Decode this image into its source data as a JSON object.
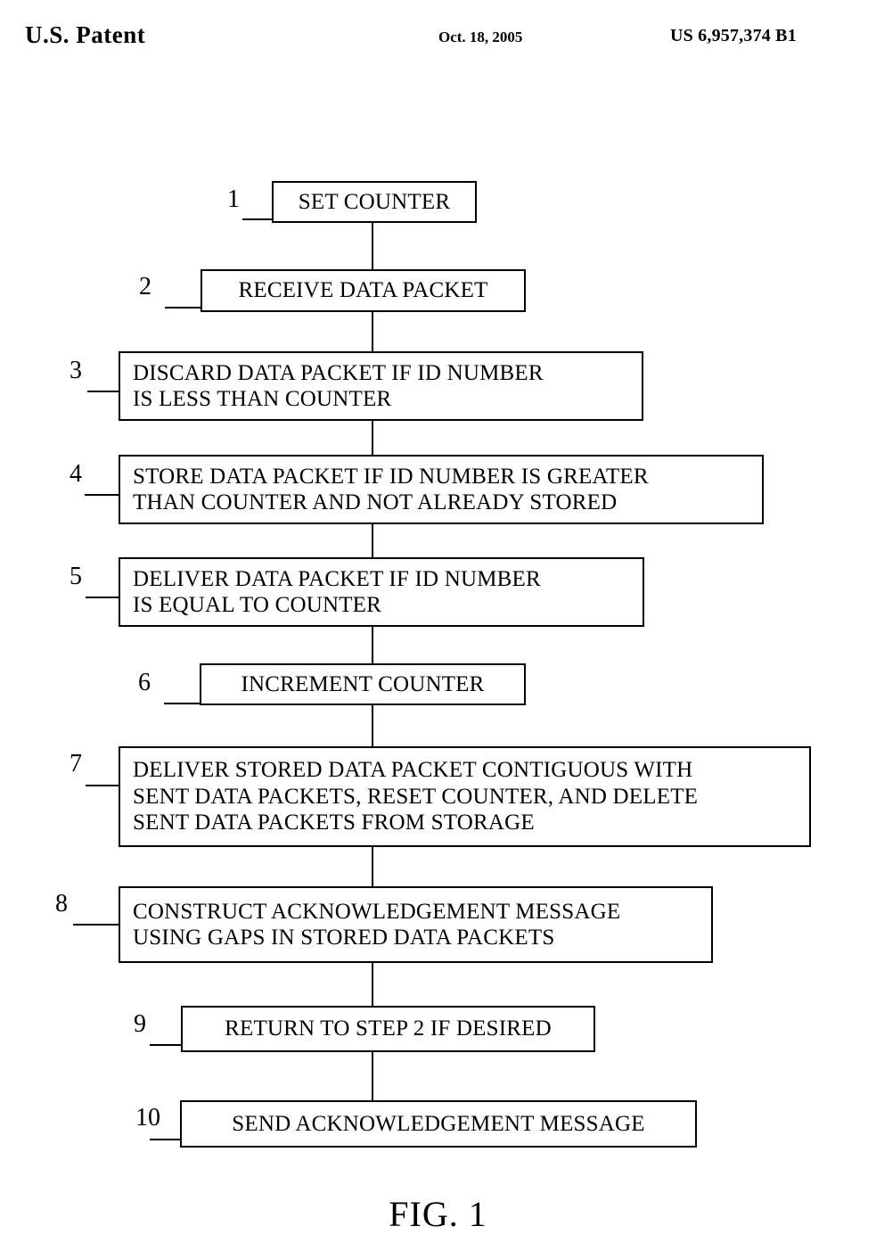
{
  "header": {
    "office": "U.S. Patent",
    "date": "Oct. 18, 2005",
    "number": "US 6,957,374 B1"
  },
  "figure": {
    "caption": "FIG. 1",
    "type": "flowchart",
    "orientation": "top-to-bottom",
    "step_count": 10,
    "steps": [
      {
        "number": "1",
        "lines": [
          "SET COUNTER"
        ],
        "align": "center"
      },
      {
        "number": "2",
        "lines": [
          "RECEIVE DATA PACKET"
        ],
        "align": "center"
      },
      {
        "number": "3",
        "lines": [
          "DISCARD DATA PACKET IF ID NUMBER",
          "IS LESS THAN COUNTER"
        ],
        "align": "left"
      },
      {
        "number": "4",
        "lines": [
          "STORE DATA PACKET IF ID NUMBER IS GREATER",
          "THAN COUNTER AND NOT ALREADY STORED"
        ],
        "align": "left"
      },
      {
        "number": "5",
        "lines": [
          "DELIVER DATA PACKET IF ID NUMBER",
          "IS EQUAL TO COUNTER"
        ],
        "align": "left"
      },
      {
        "number": "6",
        "lines": [
          "INCREMENT COUNTER"
        ],
        "align": "center"
      },
      {
        "number": "7",
        "lines": [
          "DELIVER STORED DATA PACKET CONTIGUOUS WITH",
          "SENT DATA PACKETS, RESET COUNTER, AND DELETE",
          "SENT DATA PACKETS FROM STORAGE"
        ],
        "align": "left"
      },
      {
        "number": "8",
        "lines": [
          "CONSTRUCT ACKNOWLEDGEMENT MESSAGE",
          "USING GAPS IN STORED DATA PACKETS"
        ],
        "align": "left"
      },
      {
        "number": "9",
        "lines": [
          "RETURN TO STEP 2 IF DESIRED"
        ],
        "align": "center"
      },
      {
        "number": "10",
        "lines": [
          "SEND ACKNOWLEDGEMENT MESSAGE"
        ],
        "align": "center"
      }
    ]
  },
  "colors": {
    "ink": "#000000",
    "paper": "#ffffff"
  }
}
